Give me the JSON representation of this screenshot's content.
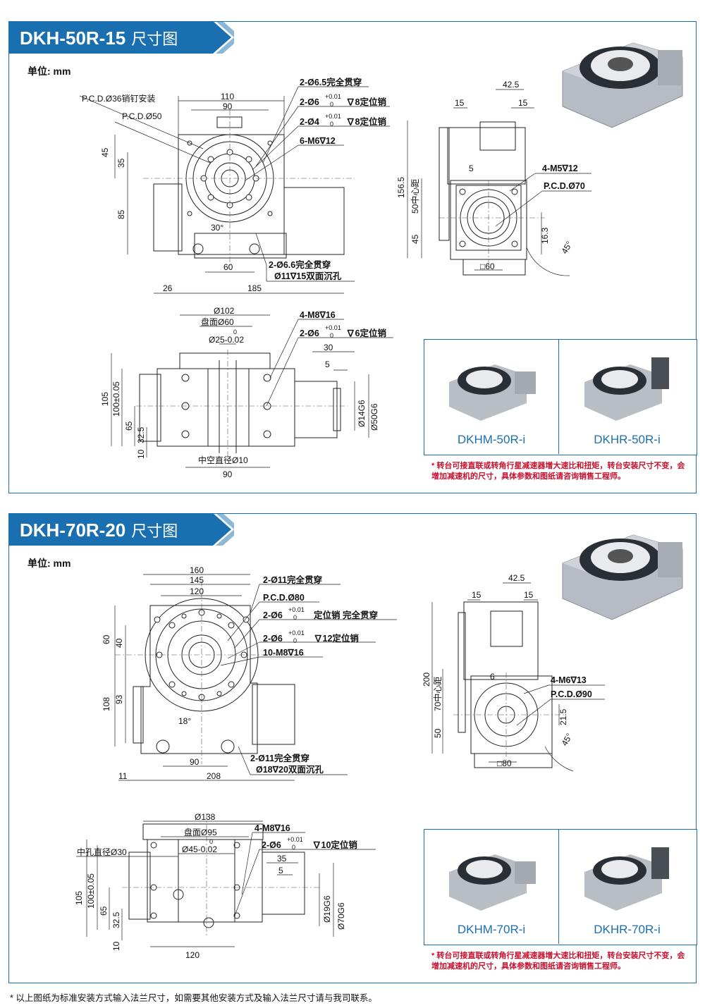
{
  "sections": [
    {
      "title": "DKH-50R-15",
      "title_sub": "尺寸图",
      "unit": "单位: mm",
      "dims": {
        "w110": "110",
        "w90": "90",
        "pcd36": "P.C.D.Ø36销钉安装",
        "pcd50": "P.C.D.Ø50",
        "h45": "45",
        "h35": "35",
        "h85": "85",
        "ang30": "30°",
        "w60": "60",
        "w26": "26",
        "w185": "185",
        "n1": "2-Ø6.5完全贯穿",
        "n2a": "2-Ø6",
        "n2tol": "+0.01",
        "n2tol2": "0",
        "n2b": "∇8定位销",
        "n3a": "2-Ø4",
        "n3b": "∇8定位销",
        "n4": "6-M6∇12",
        "n5a": "2-Ø6.6完全贯穿",
        "n5b": "Ø11∇15双面沉孔",
        "s425": "42.5",
        "s15a": "15",
        "s15b": "15",
        "s1565": "156.5",
        "s50c": "50中心距",
        "s45": "45",
        "s5": "5",
        "s4m5": "4-M5∇12",
        "spcd70": "P.C.D.Ø70",
        "s163": "16.3",
        "s45deg": "45°",
        "sq60": "□60",
        "b102": "Ø102",
        "bpan": "盘面Ø60",
        "b25": "Ø25-0.02",
        "b25t": "0",
        "b4m8": "4-M8∇16",
        "b2o6": "2-Ø6",
        "b2o6b": "∇6定位销",
        "b30": "30",
        "b5": "5",
        "b105": "105",
        "b100": "100±0.05",
        "b65": "65",
        "b325": "32.5",
        "b10": "10",
        "b14": "Ø14G6",
        "b50": "Ø50G6",
        "bhole": "中空直径Ø10",
        "b90": "90"
      },
      "variants": [
        "DKHM-50R-i",
        "DKHR-50R-i"
      ],
      "note": "* 转台可接直联或转角行星减速器增大速比和扭矩，转台安装尺寸不变，会增加减速机的尺寸，具体参数和图纸请咨询销售工程师。"
    },
    {
      "title": "DKH-70R-20",
      "title_sub": "尺寸图",
      "unit": "单位: mm",
      "dims": {
        "w160": "160",
        "w145": "145",
        "w120": "120",
        "n1": "2-Ø11完全贯穿",
        "n2": "P.C.D.Ø80",
        "n3a": "2-Ø6",
        "n3b": "定位销 完全贯穿",
        "n4a": "2-Ø6",
        "n4b": "∇12定位销",
        "n5": "10-M8∇16",
        "h60": "60",
        "h40": "40",
        "h108": "108",
        "h93": "93",
        "ang18": "18°",
        "w90": "90",
        "w11": "11",
        "w208": "208",
        "n6a": "2-Ø11完全贯穿",
        "n6b": "Ø18∇20双面沉孔",
        "s425": "42.5",
        "s15a": "15",
        "s15b": "15",
        "s200": "200",
        "s70c": "70中心距",
        "s50": "50",
        "s6": "6",
        "s4m6": "4-M6∇13",
        "spcd90": "P.C.D.Ø90",
        "s215": "21.5",
        "s45deg": "45°",
        "sq80": "□80",
        "b138": "Ø138",
        "bpan": "盘面Ø95",
        "b45": "Ø45-0.02",
        "b45t": "0",
        "b4m8": "4-M8∇16",
        "b2o6": "2-Ø6",
        "b2o6b": "∇10定位销",
        "bhole": "中孔直径Ø30",
        "b35": "35",
        "b5": "5",
        "b105": "105",
        "b100": "100±0.05",
        "b65": "65",
        "b325": "32.5",
        "b10": "10",
        "b19": "Ø19G6",
        "b70": "Ø70G6",
        "b120": "120"
      },
      "variants": [
        "DKHM-70R-i",
        "DKHR-70R-i"
      ],
      "note": "* 转台可接直联或转角行星减速器增大速比和扭矩，转台安装尺寸不变，会增加减速机的尺寸，具体参数和图纸请咨询销售工程师。"
    }
  ],
  "footnote": "* 以上图纸为标准安装方式输入法兰尺寸，如需要其他安装方式及输入法兰尺寸请与我司联系。",
  "colors": {
    "brand_blue": "#1a6fb0",
    "note_red": "#c8102e",
    "table_gray": "#b9bec5"
  }
}
